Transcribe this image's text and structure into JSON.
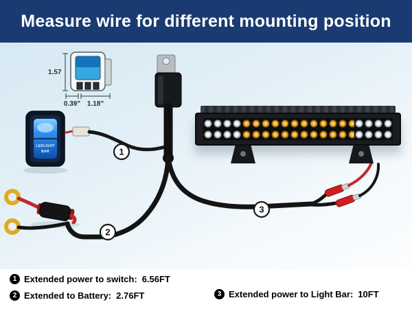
{
  "header": {
    "title": "Measure wire for different mounting position",
    "bg_color": "#1a3a72"
  },
  "diagram": {
    "dimensions": {
      "height": "1.57",
      "depth": "0.39\"",
      "width": "1.18\""
    },
    "switch": {
      "face_line1": "LEDLIGHT",
      "face_line2": "BAR",
      "glow_color": "#2f8ff2"
    },
    "markers": [
      {
        "label": "1"
      },
      {
        "label": "2"
      },
      {
        "label": "3"
      }
    ],
    "colors": {
      "wire_black": "#141414",
      "wire_red": "#c1272d",
      "led_amber": "#f2a92e",
      "led_white": "#e9eef2",
      "connector_red": "#cf1f1f",
      "terminal_gold": "#e0ab22"
    }
  },
  "legend": {
    "items": [
      {
        "num": "1",
        "label": "Extended power to switch:",
        "value": "6.56FT"
      },
      {
        "num": "2",
        "label": "Extended to Battery:",
        "value": "2.76FT"
      },
      {
        "num": "3",
        "label": "Extended power to Light Bar:",
        "value": "10FT"
      }
    ]
  }
}
